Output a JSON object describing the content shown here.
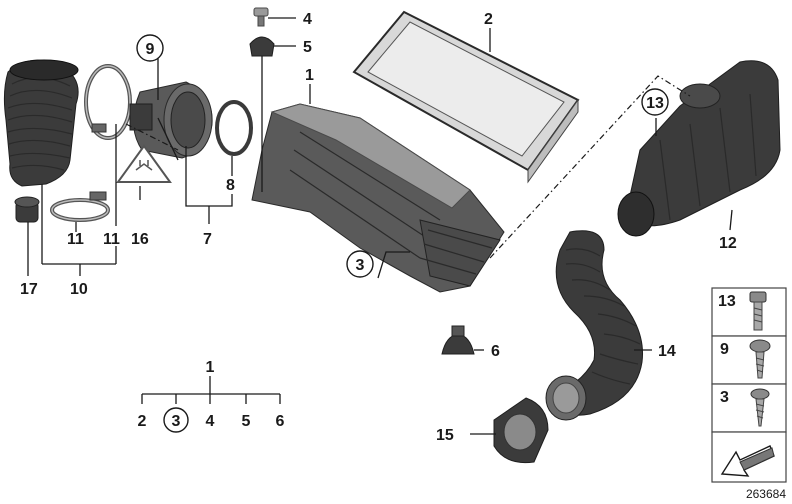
{
  "callouts": {
    "c1": "1",
    "c2": "2",
    "c3": "3",
    "c4": "4",
    "c5": "5",
    "c6": "6",
    "c7": "7",
    "c8": "8",
    "c9": "9",
    "c10": "10",
    "c11a": "11",
    "c11b": "11",
    "c12": "12",
    "c13": "13",
    "c14": "14",
    "c15": "15",
    "c16": "16",
    "c17": "17"
  },
  "tree": {
    "root": "1",
    "children": [
      "2",
      "3",
      "4",
      "5",
      "6"
    ]
  },
  "legend": {
    "rows": [
      "13",
      "9",
      "3"
    ]
  },
  "catalog_number": "263684"
}
